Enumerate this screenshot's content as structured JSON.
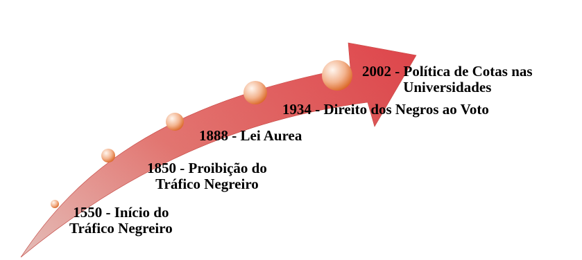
{
  "colors": {
    "arrow_tail": "#fbe3dc",
    "arrow_mid": "#e8706a",
    "arrow_head": "#d8232a",
    "bubble_light": "#fff6ef",
    "bubble_dark": "#d9621f"
  },
  "timeline": {
    "events": [
      {
        "line1": "1550 - Início do",
        "line2": "Tráfico Negreiro"
      },
      {
        "line1": "1850 - Proibição do",
        "line2": "Tráfico Negreiro"
      },
      {
        "line1": "1888 - Lei Aurea",
        "line2": ""
      },
      {
        "line1": "1934 - Direito dos Negros ao Voto",
        "line2": ""
      },
      {
        "line1": "2002 - Política de Cotas nas",
        "line2": "Universidades"
      }
    ]
  }
}
